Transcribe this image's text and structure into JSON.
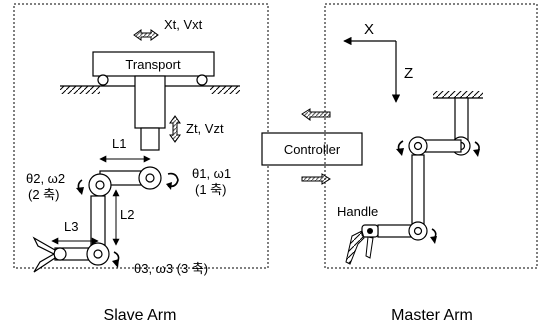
{
  "slave": {
    "panel_label": "Slave Arm",
    "transport_label": "Transport",
    "x_motion": "Xt, Vxt",
    "z_motion": "Zt, Vzt",
    "link1": "L1",
    "link2": "L2",
    "link3": "L3",
    "joint1_symbol": "θ1, ω1",
    "joint1_axis": "(1 축)",
    "joint2_symbol": "θ2, ω2",
    "joint2_axis": "(2 축)",
    "joint3": "θ3, ω3 (3 축)"
  },
  "controller_label": "Controller",
  "master": {
    "panel_label": "Master Arm",
    "x_axis": "X",
    "z_axis": "Z",
    "handle_label": "Handle"
  }
}
